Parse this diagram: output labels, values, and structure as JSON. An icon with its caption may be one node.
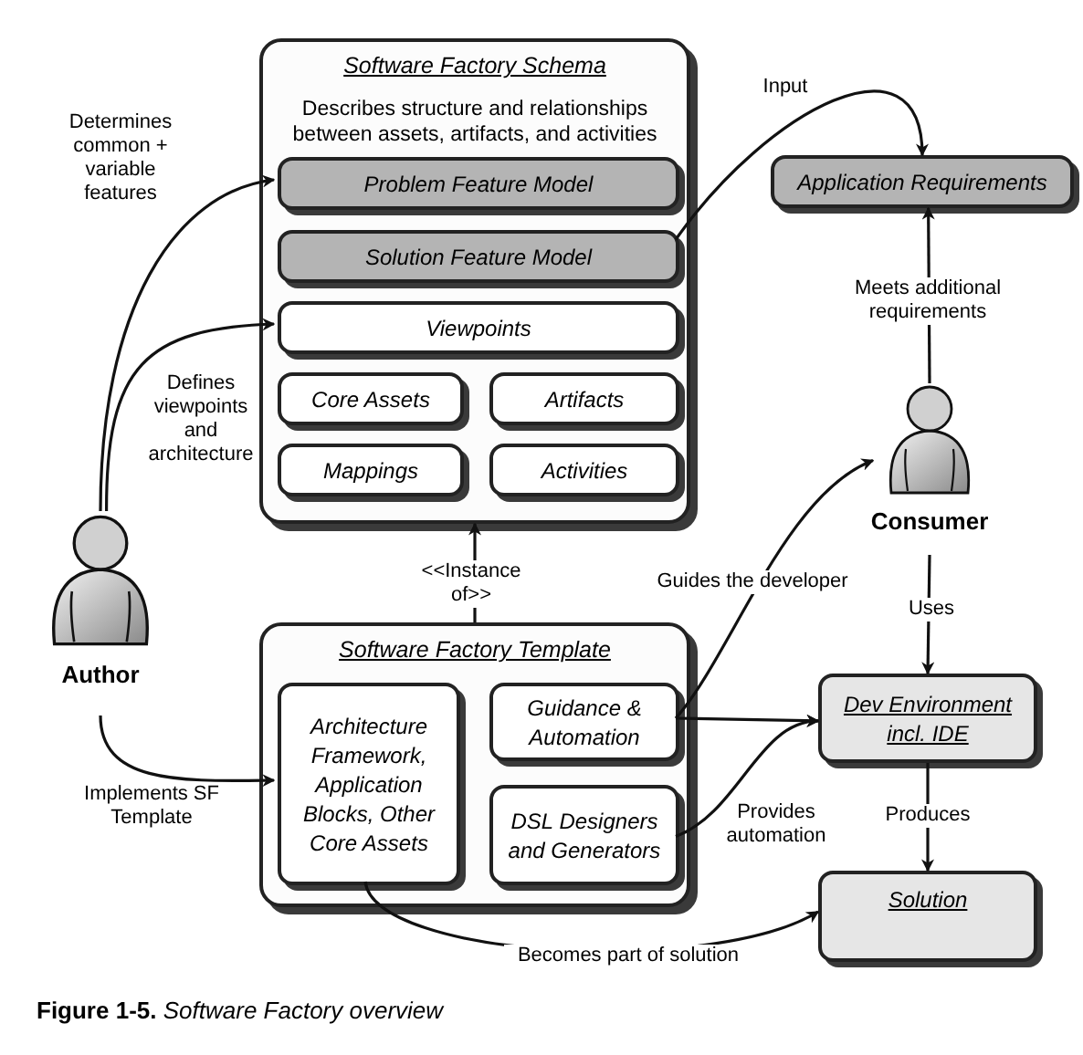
{
  "diagram": {
    "caption": "**Figure 1-5.** *Software Factory overview*",
    "nodes": [
      {
        "text": [
          "Software Factory Schema",
          "Describes structure and relationships between assets, artifacts, and activities"
        ]
      },
      {
        "text": [
          "Problem Feature Model"
        ],
        "in": 0
      },
      {
        "text": [
          "Solution Feature Model"
        ],
        "in": 0
      },
      {
        "text": [
          "Viewpoints"
        ],
        "in": 0
      },
      {
        "text": [
          "Core Assets"
        ],
        "in": 0
      },
      {
        "text": [
          "Artifacts"
        ],
        "in": 0
      },
      {
        "text": [
          "Mappings"
        ],
        "in": 0
      },
      {
        "text": [
          "Activities"
        ],
        "in": 0
      },
      {
        "text": [
          "Application Requirements"
        ]
      },
      {
        "text": [
          "Consumer"
        ]
      },
      {
        "text": [
          "Author"
        ]
      },
      {
        "text": [
          "Software Factory Template"
        ]
      },
      {
        "text": [
          "Architecture Framework, Application Blocks, Other Core Assets"
        ],
        "in": 11
      },
      {
        "text": [
          "Guidance & Automation"
        ],
        "in": 11
      },
      {
        "text": [
          "DSL Designers and Generators"
        ],
        "in": 11
      },
      {
        "text": [
          "Dev Environment incl. IDE"
        ]
      },
      {
        "text": [
          "Solution"
        ]
      }
    ],
    "edges": [
      {
        "from": 10,
        "to": 1,
        "arrow": "to",
        "label": "Determines common + variable features"
      },
      {
        "from": 10,
        "to": 3,
        "arrow": "to",
        "label": "Defines viewpoints and architecture"
      },
      {
        "from": 2,
        "to": 8,
        "arrow": "to",
        "label": "Input"
      },
      {
        "from": 9,
        "to": 8,
        "arrow": "to",
        "label": "Meets additional requirements"
      },
      {
        "from": 11,
        "to": 0,
        "arrow": "to",
        "label": "<<Instance of>>"
      },
      {
        "from": 13,
        "to": 9,
        "arrow": "to",
        "label": "Guides the developer"
      },
      {
        "from": 13,
        "to": 15,
        "arrow": "to"
      },
      {
        "from": 14,
        "to": 15,
        "arrow": "to",
        "label": "Provides automation"
      },
      {
        "from": 9,
        "to": 15,
        "arrow": "to",
        "label": "Uses"
      },
      {
        "from": 15,
        "to": 16,
        "arrow": "to",
        "label": "Produces"
      },
      {
        "from": 10,
        "to": 12,
        "arrow": "to",
        "label": "Implements SF Template"
      },
      {
        "from": 12,
        "to": 16,
        "arrow": "to",
        "label": "Becomes part of solution"
      }
    ]
  }
}
